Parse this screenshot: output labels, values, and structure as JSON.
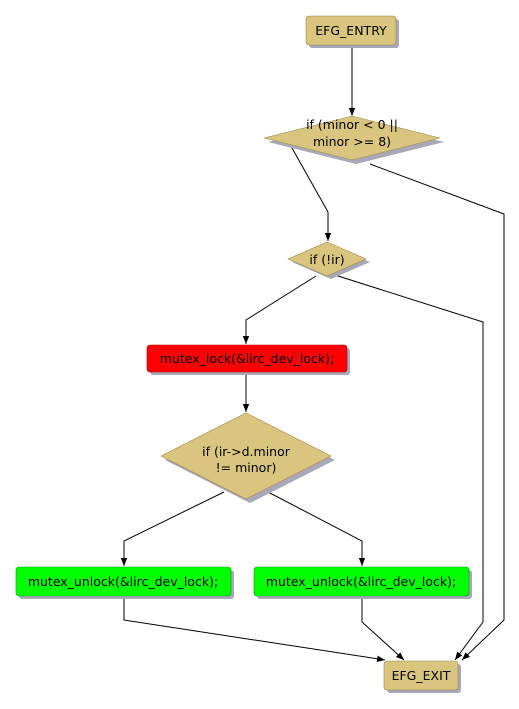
{
  "nodes": {
    "entry": {
      "label": "EFG_ENTRY",
      "color": "#d9c57e"
    },
    "cond_minor": {
      "line1": "if (minor < 0 ||",
      "line2": "minor >= 8)",
      "color": "#d9c57e"
    },
    "cond_ir": {
      "label": "if (!ir)",
      "color": "#d9c57e"
    },
    "mutex_lock": {
      "label": "mutex_lock(&lirc_dev_lock);",
      "color": "#ff0000"
    },
    "cond_dminor": {
      "line1": "if (ir->d.minor",
      "line2": "!= minor)",
      "color": "#d9c57e"
    },
    "unlock_left": {
      "label": "mutex_unlock(&lirc_dev_lock);",
      "color": "#00ff00"
    },
    "unlock_right": {
      "label": "mutex_unlock(&lirc_dev_lock);",
      "color": "#00ff00"
    },
    "exit": {
      "label": "EFG_EXIT",
      "color": "#d9c57e"
    }
  },
  "colors": {
    "shadow": "#a8a8b8",
    "edge": "#000000",
    "node_border": "#9a8a50"
  }
}
